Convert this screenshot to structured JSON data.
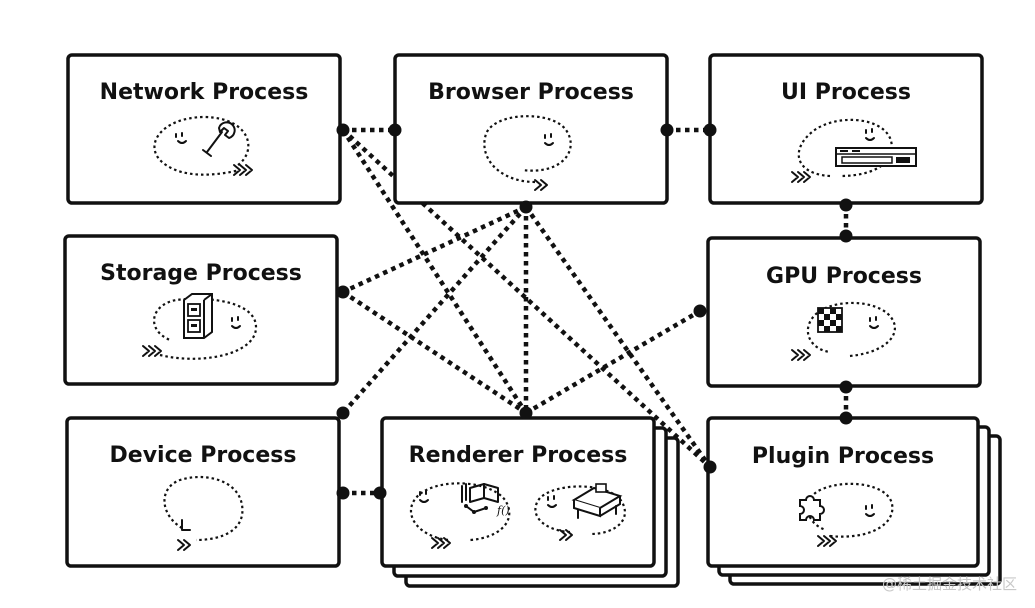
{
  "processes": {
    "network": "Network Process",
    "browser": "Browser Process",
    "ui": "UI Process",
    "storage": "Storage Process",
    "gpu": "GPU Process",
    "device": "Device Process",
    "renderer": "Renderer Process",
    "plugin": "Plugin Process"
  },
  "watermark": "@稀土掘金技术社区",
  "icons": {
    "network": "wrench-icon",
    "ui": "browser-window-icon",
    "storage": "filing-cabinet-icon",
    "gpu": "pixel-grid-icon",
    "renderer_left": "book-code-icon",
    "renderer_right": "printer-icon",
    "plugin": "puzzle-piece-icon"
  },
  "colors": {
    "ink": "#111111",
    "background": "#ffffff"
  }
}
